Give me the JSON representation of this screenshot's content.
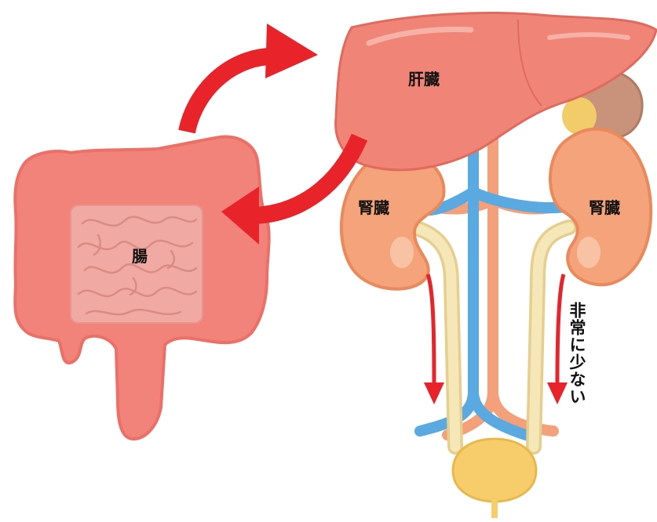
{
  "labels": {
    "liver": "肝臓",
    "intestine": "腸",
    "kidney_left": "腎臓",
    "kidney_right": "腎臓",
    "very_little": "非常に少ない"
  },
  "colors": {
    "arrow_red": "#e8232a",
    "liver": "#f08577",
    "intestine": "#f2837a",
    "small_intestine": "#f0aaa3",
    "kidney": "#f4a37a",
    "vein_blue": "#5aa9e0",
    "artery_orange": "#f4a07a",
    "ureter": "#f6e7b8",
    "bladder": "#f7cd6c",
    "gallbladder": "#f3cc6a",
    "spleen": "#c9927a"
  }
}
